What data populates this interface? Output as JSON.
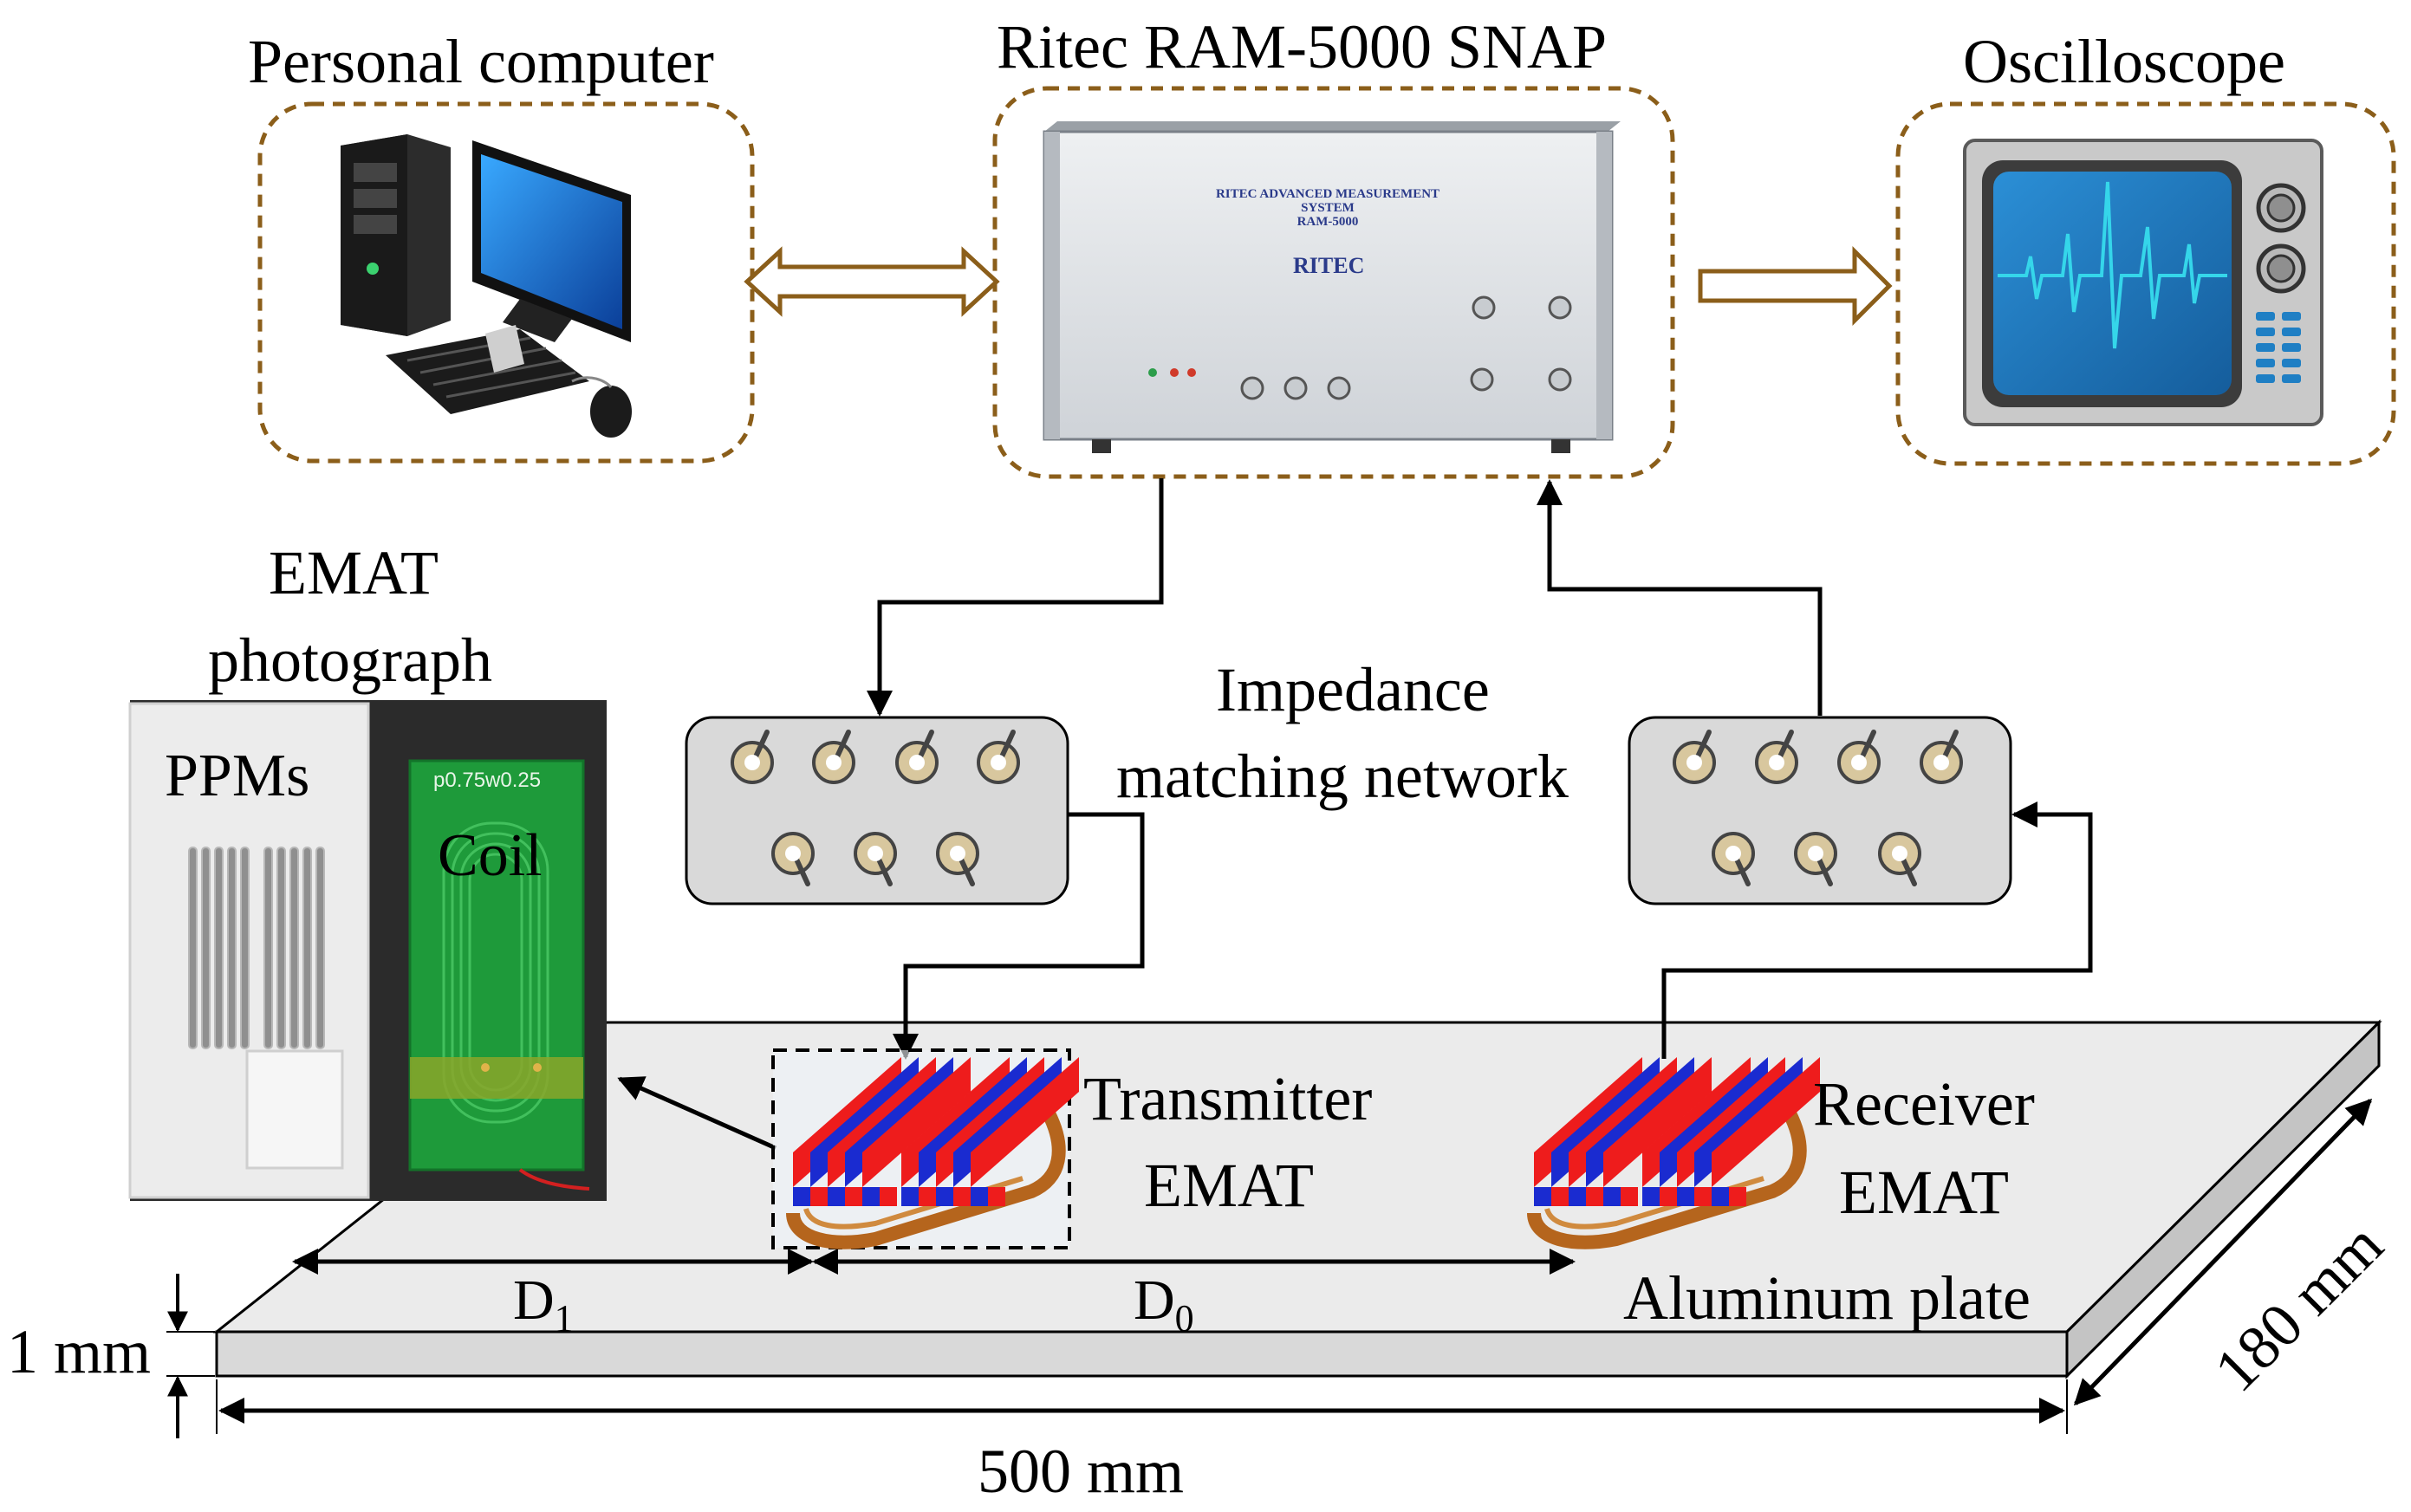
{
  "title": "Ritec RAM-5000 SNAP",
  "nodes": {
    "computer": {
      "label": "Personal computer"
    },
    "ritec": {
      "label": "Ritec RAM-5000 SNAP",
      "panel_line1": "RITEC ADVANCED MEASUREMENT",
      "panel_line2": "SYSTEM",
      "panel_line3": "RAM-5000",
      "logo": "RITEC"
    },
    "oscilloscope": {
      "label": "Oscilloscope"
    },
    "impedance": {
      "label_line1": "Impedance",
      "label_line2": "matching network"
    },
    "emat_photo": {
      "label_line1": "EMAT",
      "label_line2": "photograph",
      "ppms_label": "PPMs",
      "coil_label": "Coil",
      "pcb_text": "p0.75w0.25"
    },
    "transmitter": {
      "label_line1": "Transmitter",
      "label_line2": "EMAT"
    },
    "receiver": {
      "label_line1": "Receiver",
      "label_line2": "EMAT"
    },
    "plate": {
      "label": "Aluminum plate"
    }
  },
  "dimensions": {
    "d1_base": "D",
    "d1_sub": "1",
    "d0_base": "D",
    "d0_sub": "0",
    "thickness": "1 mm",
    "length": "500 mm",
    "width": "180 mm"
  },
  "colors": {
    "dashed_box": "#8b5e1a",
    "arrow_outline": "#8b5e1a",
    "magnet_red": "#ee1c1c",
    "magnet_blue": "#1a2bd0",
    "coil": "#b5651d",
    "plate": "#ebebeb",
    "pcb": "#1e9a3a",
    "scope_screen": "#1f7fc4",
    "waveform": "#35d6ea"
  }
}
